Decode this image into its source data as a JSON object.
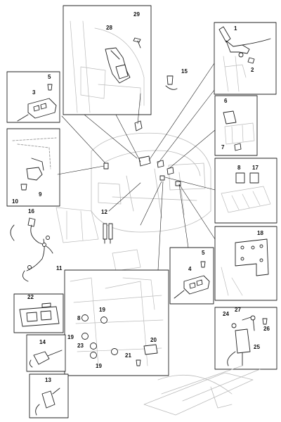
{
  "callouts": {
    "c1": "1",
    "c2": "2",
    "c3": "3",
    "c4": "4",
    "c5a": "5",
    "c5b": "5",
    "c6": "6",
    "c7": "7",
    "c8": "8",
    "c9": "9",
    "c10": "10",
    "c11": "11",
    "c12": "12",
    "c13": "13",
    "c14": "14",
    "c15": "15",
    "c16": "16",
    "c17": "17",
    "c18": "18",
    "c19a": "19",
    "c19b": "19",
    "c19c": "19",
    "c20": "20",
    "c21": "21",
    "c22": "22",
    "c23": "23",
    "c24": "24",
    "c25": "25",
    "c26": "26",
    "c27": "27",
    "c28": "28",
    "c29": "29"
  },
  "colors": {
    "line": "#222222",
    "ghost": "#bbbbbb",
    "fill": "#ffffff"
  }
}
